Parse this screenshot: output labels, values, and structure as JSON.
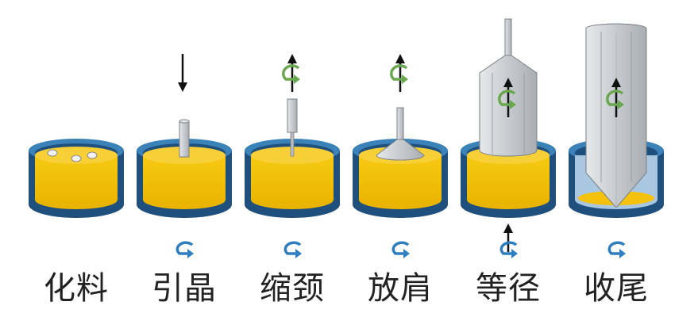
{
  "stages": [
    {
      "key": "melt",
      "label": "化料"
    },
    {
      "key": "seed",
      "label": "引晶"
    },
    {
      "key": "neck",
      "label": "缩颈"
    },
    {
      "key": "shoulder",
      "label": "放肩"
    },
    {
      "key": "body",
      "label": "等径"
    },
    {
      "key": "tail",
      "label": "收尾"
    }
  ],
  "colors": {
    "crucible_outer": "#1f4f7d",
    "crucible_wall": "#3b82b8",
    "melt": "#f4c20d",
    "melt_top": "#f7d038",
    "crystal": "#c9cdd1",
    "crystal_edge": "#7b8086",
    "rotation_arrow": "#2f7fc0",
    "seed_rotation": "#6aa84f"
  }
}
